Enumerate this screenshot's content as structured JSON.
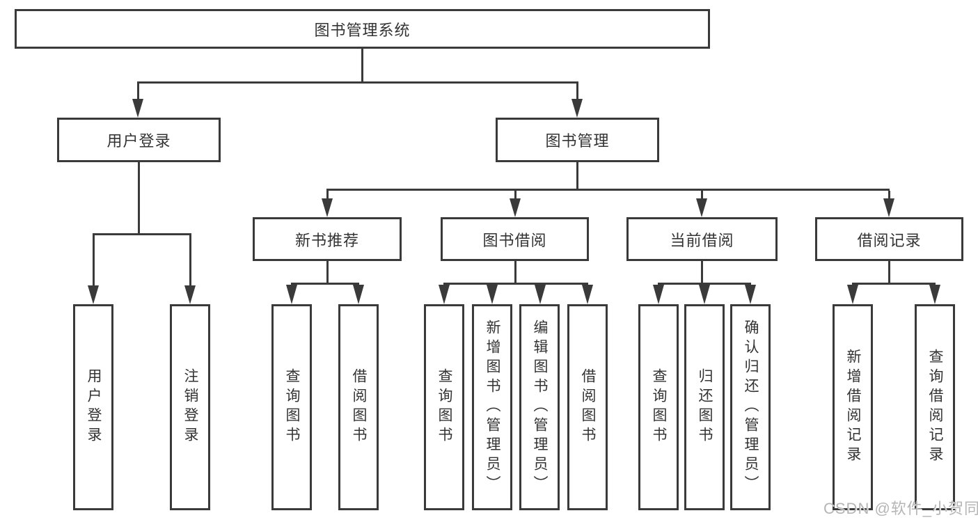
{
  "tree": {
    "root": "图书管理系统",
    "children": [
      {
        "label": "用户登录",
        "children": [
          "用户登录",
          "注销登录"
        ]
      },
      {
        "label": "图书管理",
        "children": [
          {
            "label": "新书推荐",
            "children": [
              "查询图书",
              "借阅图书"
            ]
          },
          {
            "label": "图书借阅",
            "children": [
              "查询图书",
              "新增图书（管理员）",
              "编辑图书（管理员）",
              "借阅图书"
            ]
          },
          {
            "label": "当前借阅",
            "children": [
              "查询图书",
              "归还图书",
              "确认归还（管理员）"
            ]
          },
          {
            "label": "借阅记录",
            "children": [
              "新增借阅记录",
              "查询借阅记录"
            ]
          }
        ]
      }
    ]
  },
  "watermark": "CSDN @软件_小贺同学",
  "colors": {
    "line": "#3a3a3a",
    "text": "#333333",
    "watermark": "#b5b5b5",
    "background": "#ffffff"
  }
}
